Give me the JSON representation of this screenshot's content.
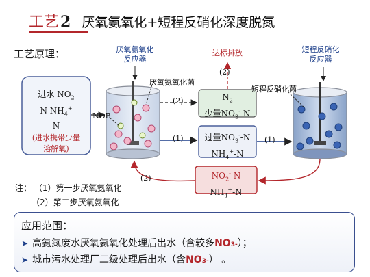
{
  "title": {
    "tag": "工艺",
    "num": "2",
    "text": "厌氧氨氧化+短程反硝化深度脱氮"
  },
  "principle_label": "工艺原理：",
  "influent": {
    "line1": "进水  NO",
    "line1_sub": "2",
    "line2": "-N  NH",
    "line2_sub": "4",
    "line2_sup": "+",
    "line2_tail": "-",
    "line3": "N",
    "note1": "(进水携带少量",
    "note2": "溶解氧)"
  },
  "reactor1": {
    "label1": "厌氧氨氧化",
    "label2": "反应器",
    "bacteria": "厌氧氨氧化菌",
    "nob": "NOB"
  },
  "reactor2": {
    "label1": "短程反硝化",
    "label2": "反应器",
    "bacteria": "短程反硝化菌"
  },
  "discharge": {
    "label": "达标排放",
    "step": "(2)"
  },
  "box_top": {
    "line1": "N",
    "line1_sub": "2",
    "line2": "少量NO",
    "line2_sub": "3",
    "line2_sup": "-",
    "line2_tail": "-N"
  },
  "box_mid": {
    "line1": "过量NO",
    "line1_sub": "3",
    "line1_sup": "-",
    "line1_tail": "-N",
    "line2": "NH",
    "line2_sub": "4",
    "line2_sup": "+",
    "line2_tail": "-N"
  },
  "box_bot": {
    "line1": "NO",
    "line1_sub": "2",
    "line1_sup": "-",
    "line1_tail": "-N",
    "line2": "NH",
    "line2_sub": "4",
    "line2_sup": "+",
    "line2_tail": "-N"
  },
  "arrows": {
    "a1": "(2)",
    "a2": "(1)",
    "a3": "(1)",
    "a4": "(2)"
  },
  "notes": {
    "prefix": "注：",
    "n1": "（1）第一步厌氧氨氧化",
    "n2": "（2）第二步厌氧氨氧化"
  },
  "application": {
    "title": "应用范围：",
    "item1_pre": "高氨氮废水厌氧氨氧化处理后出水（含较多",
    "item1_hl": "NO",
    "item1_sub": "3",
    "item1_sup": "-",
    "item1_post": "）；",
    "item2_pre": "城市污水处理厂二级处理后出水（含",
    "item2_hl": "NO",
    "item2_sub": "3",
    "item2_sup": "-",
    "item2_post": "） 。"
  },
  "colors": {
    "accent_red": "#b3262b",
    "navy": "#1d3f8a",
    "box_red_fill": "#f6dede",
    "box_green_fill": "#e1efe1"
  }
}
